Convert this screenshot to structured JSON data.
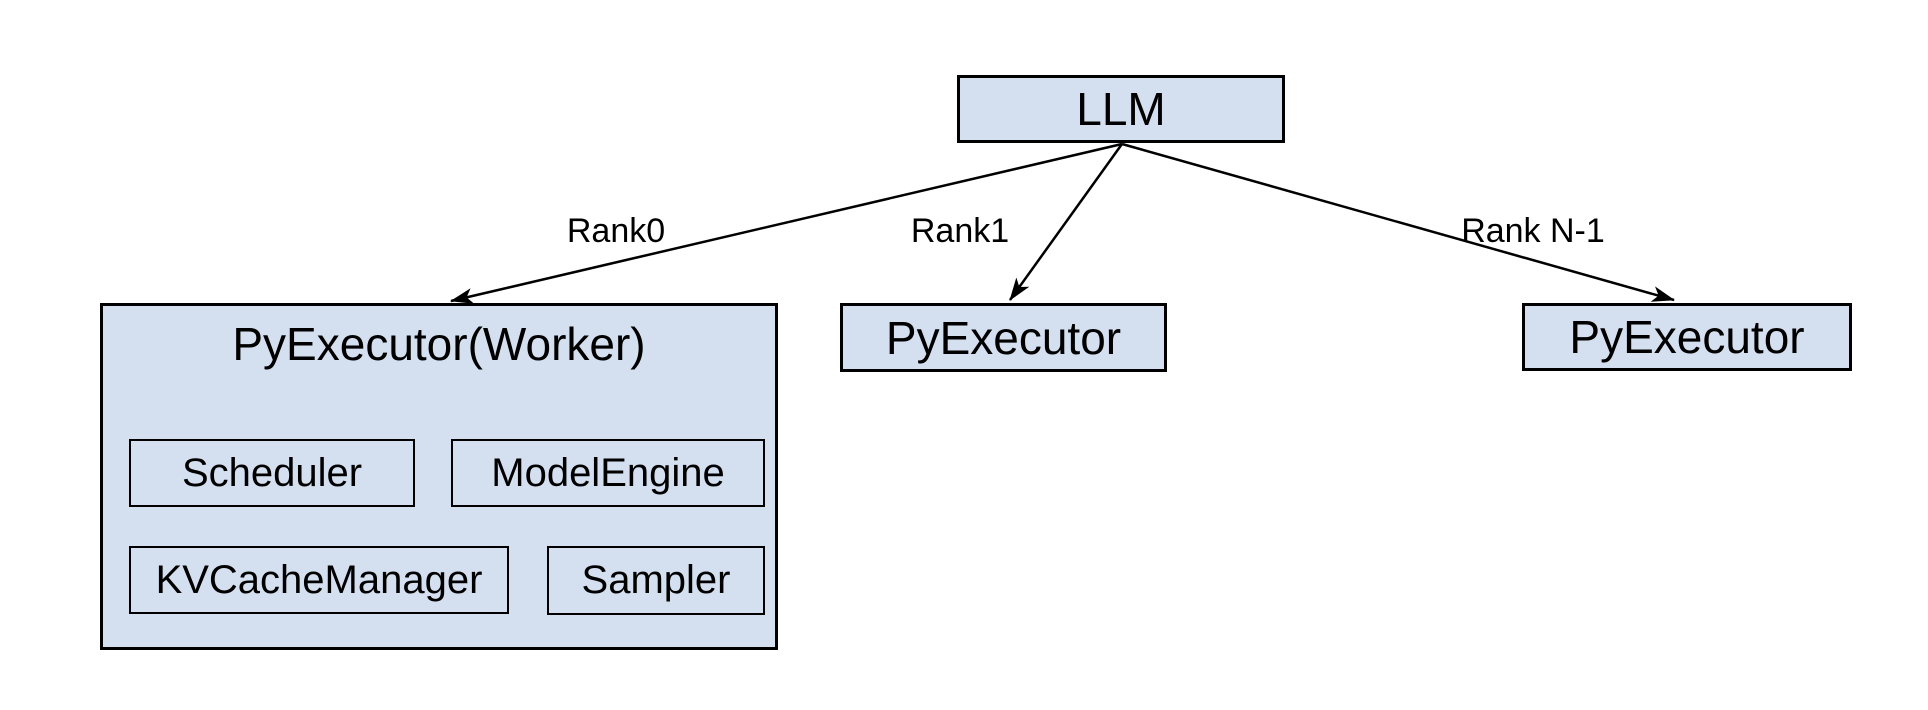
{
  "diagram": {
    "nodes": {
      "llm": {
        "label": "LLM"
      },
      "worker0": {
        "label": "PyExecutor(Worker)",
        "children": {
          "scheduler": "Scheduler",
          "model_engine": "ModelEngine",
          "kv_cache_manager": "KVCacheManager",
          "sampler": "Sampler"
        }
      },
      "worker1": {
        "label": "PyExecutor"
      },
      "worker_n": {
        "label": "PyExecutor"
      }
    },
    "edges": {
      "rank0": {
        "label": "Rank0",
        "from": "llm",
        "to": "worker0"
      },
      "rank1": {
        "label": "Rank1",
        "from": "llm",
        "to": "worker1"
      },
      "rank_n": {
        "label": "Rank N-1",
        "from": "llm",
        "to": "worker_n"
      }
    },
    "colors": {
      "node_fill": "#d4e0f0",
      "node_border": "#000000",
      "arrow": "#000000",
      "text": "#000000",
      "background": "#ffffff"
    }
  }
}
